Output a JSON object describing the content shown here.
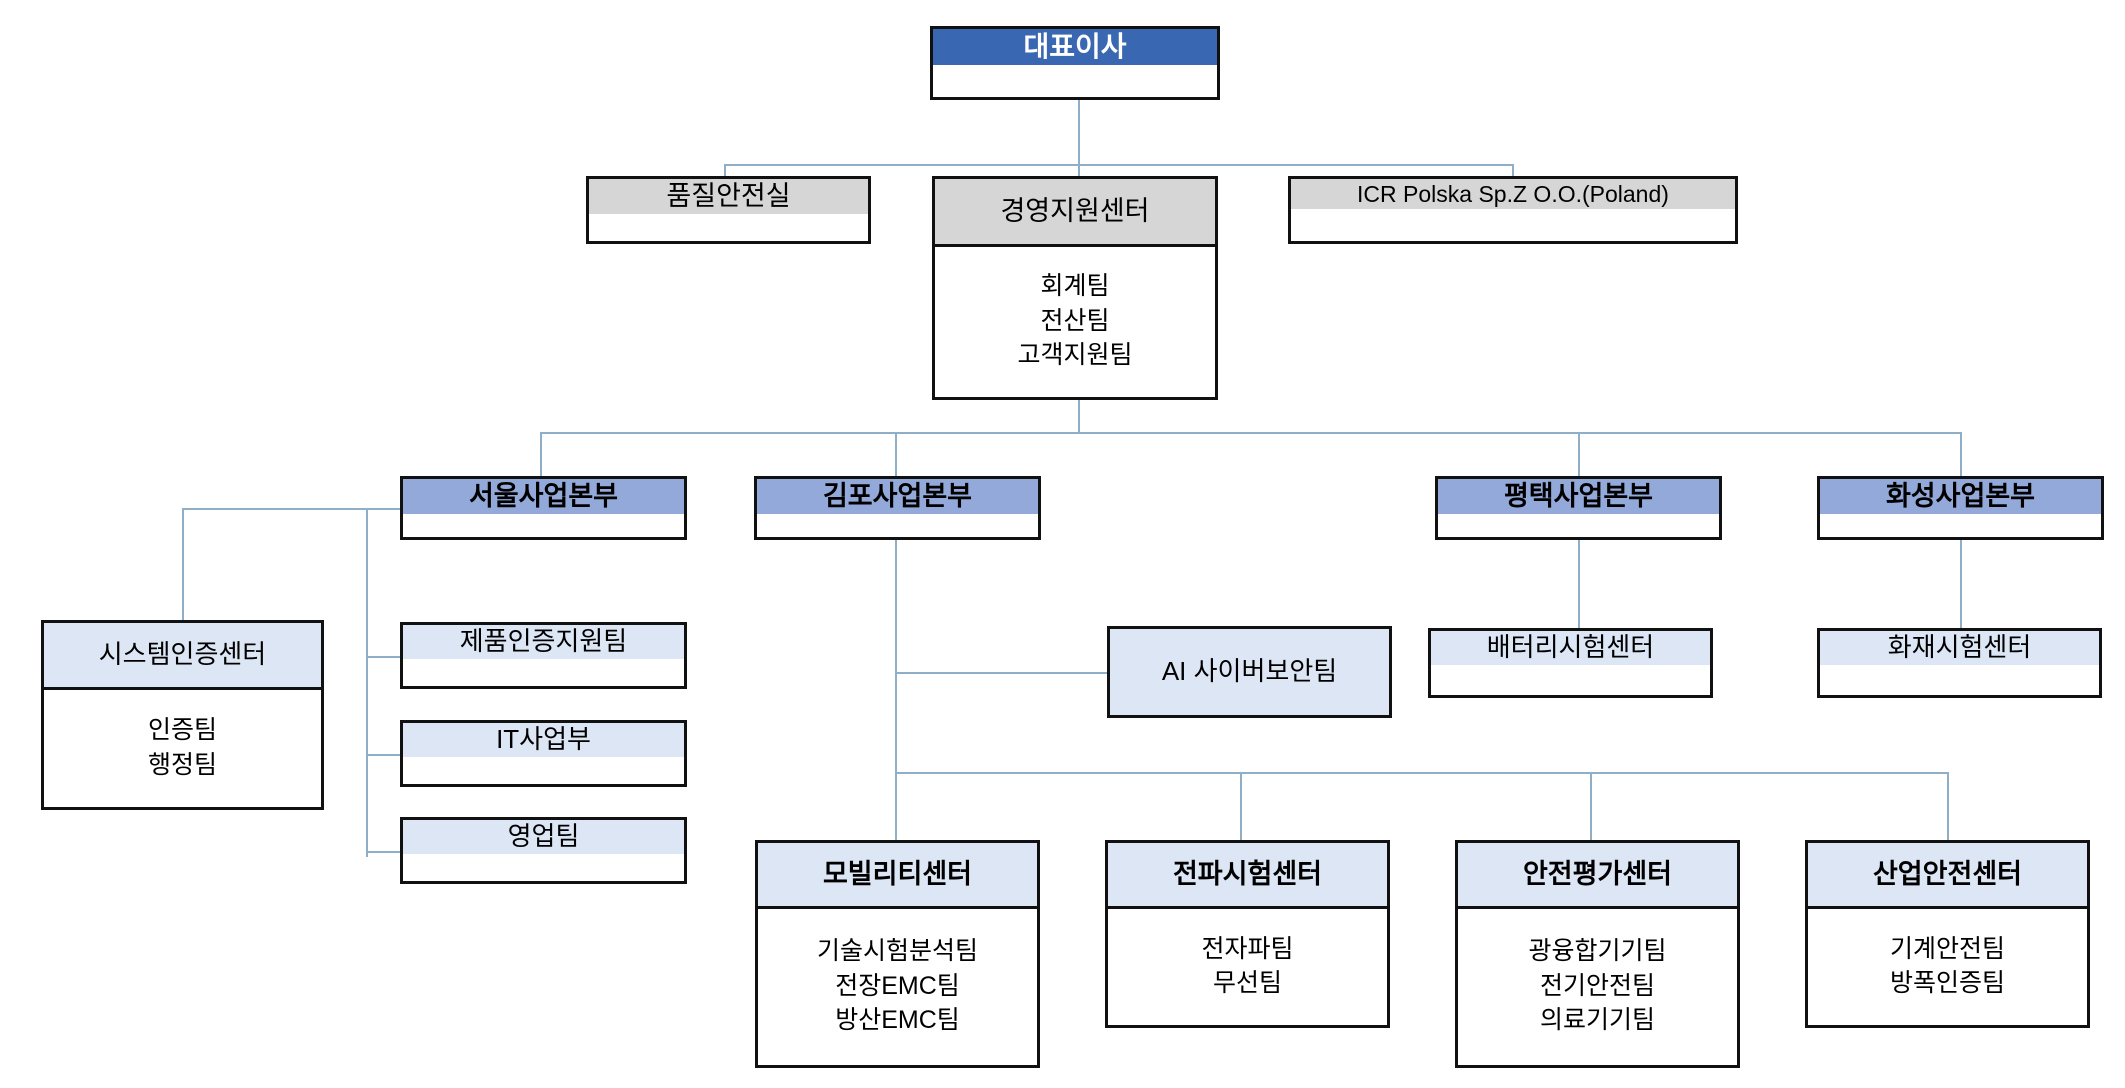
{
  "chart_title": "",
  "colors": {
    "ceo_fill": "#3A67B1",
    "ceo_text": "#FFFFFF",
    "gray_fill": "#D6D6D6",
    "division_fill": "#92A9DA",
    "light_fill": "#DCE6F4",
    "body_fill": "#FFFFFF",
    "border": "#111111",
    "connector": "#8FAFC9"
  },
  "nodes": {
    "ceo": {
      "label": "대표이사"
    },
    "quality_safety_office": {
      "label": "품질안전실"
    },
    "management_support_center": {
      "label": "경영지원센터",
      "teams": [
        "회계팀",
        "전산팀",
        "고객지원팀"
      ]
    },
    "icr_polska": {
      "label": "ICR Polska Sp.Z O.O.(Poland)"
    },
    "seoul_division": {
      "label": "서울사업본부"
    },
    "gimpo_division": {
      "label": "김포사업본부"
    },
    "pyeongtaek_division": {
      "label": "평택사업본부"
    },
    "hwaseong_division": {
      "label": "화성사업본부"
    },
    "system_certification_center": {
      "label": "시스템인증센터",
      "teams": [
        "인증팀",
        "행정팀"
      ]
    },
    "product_certification_support_team": {
      "label": "제품인증지원팀"
    },
    "it_business_division": {
      "label": "IT사업부"
    },
    "sales_team": {
      "label": "영업팀"
    },
    "ai_cybersecurity_team": {
      "label": "AI 사이버보안팀"
    },
    "battery_test_center": {
      "label": "배터리시험센터"
    },
    "fire_test_center": {
      "label": "화재시험센터"
    },
    "mobility_center": {
      "label": "모빌리티센터",
      "teams": [
        "기술시험분석팀",
        "전장EMC팀",
        "방산EMC팀"
      ]
    },
    "radio_test_center": {
      "label": "전파시험센터",
      "teams": [
        "전자파팀",
        "무선팀"
      ]
    },
    "safety_evaluation_center": {
      "label": "안전평가센터",
      "teams": [
        "광융합기기팀",
        "전기안전팀",
        "의료기기팀"
      ]
    },
    "industrial_safety_center": {
      "label": "산업안전센터",
      "teams": [
        "기계안전팀",
        "방폭인증팀"
      ]
    }
  }
}
